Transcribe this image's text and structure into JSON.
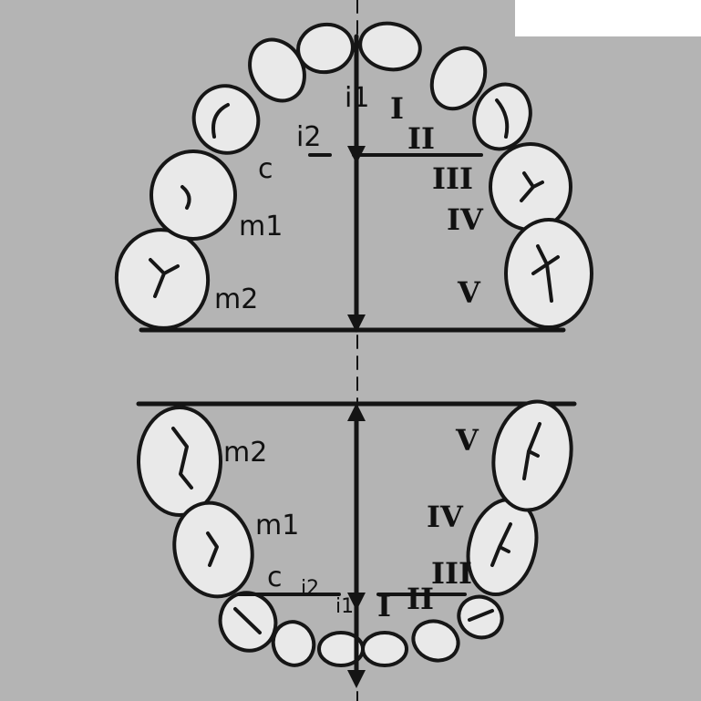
{
  "upper_arch": {
    "labels_left": {
      "i1": "i1",
      "i2": "i2",
      "c": "c",
      "m1": "m1",
      "m2": "m2"
    },
    "labels_right": {
      "I": "I",
      "II": "II",
      "III": "III",
      "IV": "IV",
      "V": "V"
    }
  },
  "lower_arch": {
    "labels_left": {
      "m2": "m2",
      "m1": "m1",
      "c": "c",
      "i2": "i2",
      "i1": "i1"
    },
    "labels_right": {
      "V": "V",
      "IV": "IV",
      "III": "III",
      "II": "II",
      "I": "I"
    }
  },
  "colors": {
    "background": "#b4b4b4",
    "ink": "#141414",
    "tooth_fill": "#e9e9e9",
    "corner_patch": "#ffffff"
  }
}
